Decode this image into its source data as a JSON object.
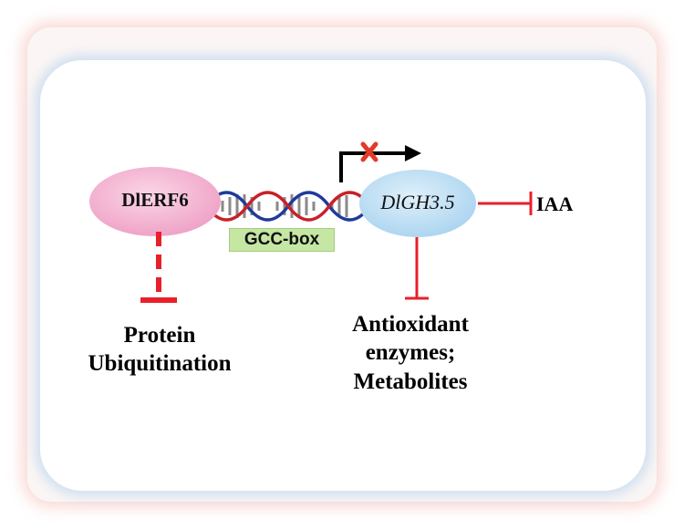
{
  "nodes": {
    "erf": {
      "label": "DlERF6",
      "fill": "#f2b1cf"
    },
    "gh": {
      "label": "DlGH3.5",
      "fill": "#b9dcf2"
    }
  },
  "promoter": {
    "label": "GCC-box",
    "fill": "#c6e6a4"
  },
  "targets": {
    "iaa": "IAA",
    "protein": [
      "Protein",
      "Ubiquitination"
    ],
    "antioxidant": [
      "Antioxidant",
      "enzymes;",
      "Metabolites"
    ]
  },
  "icons": {
    "transcription": "transcription-start-arrow-icon",
    "blocked": "red-x-icon"
  },
  "colors": {
    "inhibition": "#e8202a",
    "dna_strand_1": "#c8202a",
    "dna_strand_2": "#1f3a9a",
    "dna_rungs": "#8a8a8a",
    "frame_glow": "#f2aaa0",
    "panel_glow": "#afcdeb"
  }
}
